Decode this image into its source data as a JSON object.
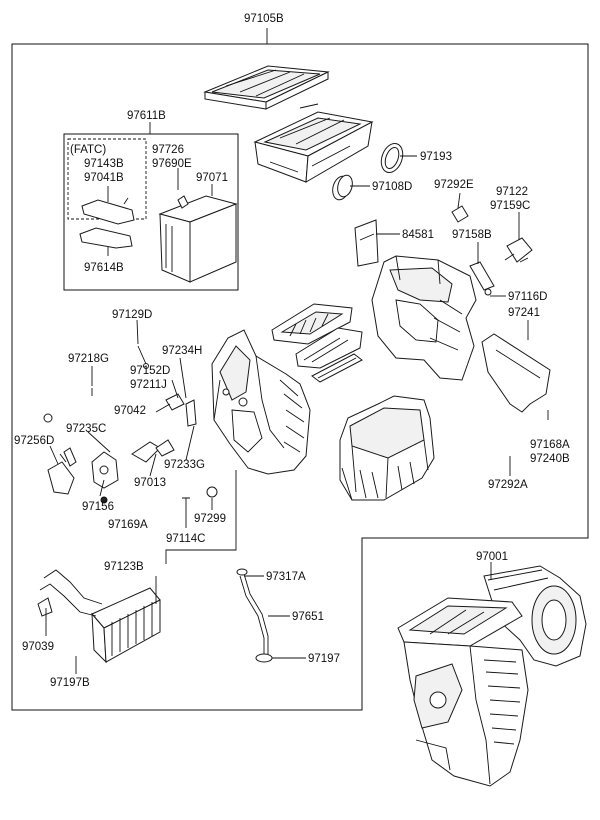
{
  "labels": {
    "p97105B": "97105B",
    "p97611B": "97611B",
    "fatc": "(FATC)",
    "p97143B": "97143B",
    "p97041B": "97041B",
    "p97726": "97726",
    "p97690E": "97690E",
    "p97071": "97071",
    "p97614B": "97614B",
    "p97193": "97193",
    "p97108D": "97108D",
    "p97292E": "97292E",
    "p97122": "97122",
    "p97159C": "97159C",
    "p84581": "84581",
    "p97158B": "97158B",
    "p97116D": "97116D",
    "p97241": "97241",
    "p97129D": "97129D",
    "p97218G": "97218G",
    "p97234H": "97234H",
    "p97152D": "97152D",
    "p97211J": "97211J",
    "p97042": "97042",
    "p97235C": "97235C",
    "p97256D": "97256D",
    "p97233G": "97233G",
    "p97013": "97013",
    "p97156": "97156",
    "p97169A": "97169A",
    "p97299": "97299",
    "p97114C": "97114C",
    "p97168A": "97168A",
    "p97240B": "97240B",
    "p97292A": "97292A",
    "p97001": "97001",
    "p97123B": "97123B",
    "p97317A": "97317A",
    "p97651": "97651",
    "p97039": "97039",
    "p97197": "97197",
    "p97197B": "97197B"
  }
}
